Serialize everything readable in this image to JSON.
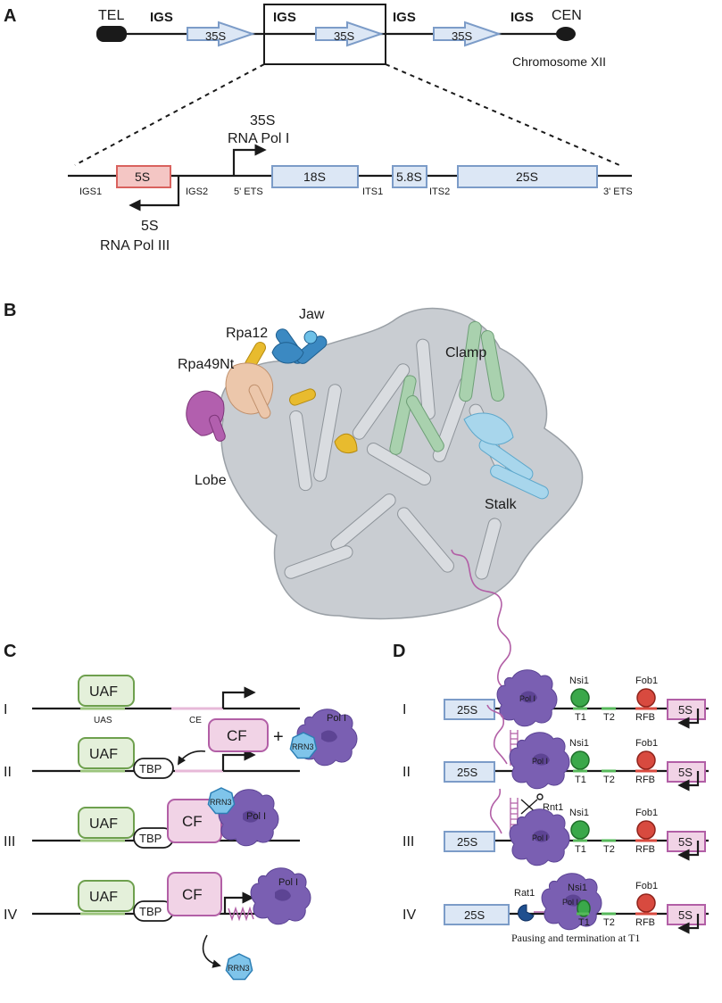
{
  "panels": {
    "a": {
      "label": "A",
      "tel": "TEL",
      "cen": "CEN",
      "igs": "IGS",
      "rdna_unit": "35S",
      "chromosome": "Chromosome XII",
      "pol1_line1": "35S",
      "pol1_line2": "RNA Pol I",
      "pol3_line1": "5S",
      "pol3_line2": "RNA Pol III",
      "box_5s": "5S",
      "box_18s": "18S",
      "box_58s": "5.8S",
      "box_25s": "25S",
      "igs1": "IGS1",
      "igs2": "IGS2",
      "ets5": "5' ETS",
      "its1": "ITS1",
      "its2": "ITS2",
      "ets3": "3' ETS"
    },
    "b": {
      "label": "B",
      "jaw": "Jaw",
      "rpa12": "Rpa12",
      "rpa49nt": "Rpa49Nt",
      "clamp": "Clamp",
      "lobe": "Lobe",
      "stalk": "Stalk",
      "colors": {
        "jaw": "#2f7fb8",
        "rpa12": "#e3b21f",
        "rpa49nt": "#a0449c",
        "clamp": "#8fc49a",
        "lobe": "#e0b598",
        "stalk": "#84c2df",
        "core": "#c9cdd2"
      }
    },
    "c": {
      "label": "C",
      "rows": [
        "I",
        "II",
        "III",
        "IV"
      ],
      "uaf": "UAF",
      "uas": "UAS",
      "ce": "CE",
      "cf": "CF",
      "plus": "+",
      "tbp": "TBP",
      "pol1": "Pol I",
      "rrn3": "RRN3"
    },
    "d": {
      "label": "D",
      "rows": [
        "I",
        "II",
        "III",
        "IV"
      ],
      "box_25s": "25S",
      "box_5s": "5S",
      "pol1": "Pol I",
      "nsi1": "Nsi1",
      "fob1": "Fob1",
      "t1": "T1",
      "t2": "T2",
      "rfb": "RFB",
      "rnt1": "Rnt1",
      "rat1": "Rat1",
      "caption": "Pausing and termination at T1"
    }
  }
}
